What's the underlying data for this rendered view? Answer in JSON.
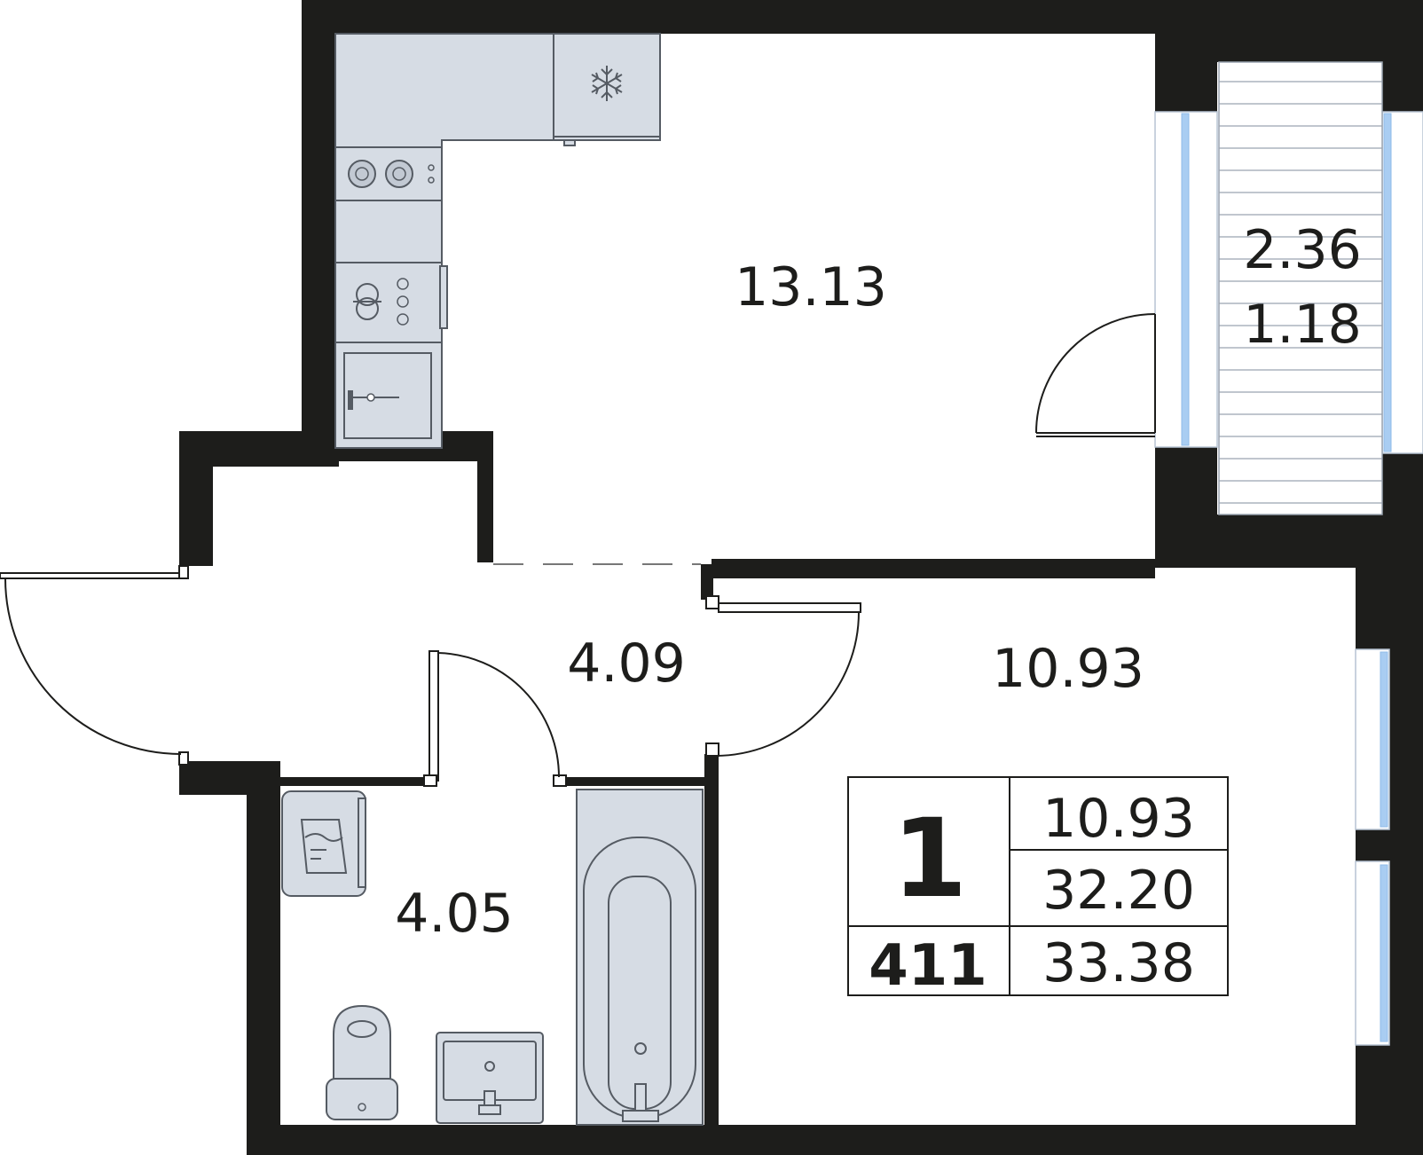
{
  "rooms": {
    "kitchen_living": {
      "area": "13.13"
    },
    "balcony": {
      "area_full": "2.36",
      "area_reduced": "1.18"
    },
    "hallway": {
      "area": "4.09"
    },
    "bedroom": {
      "area": "10.93"
    },
    "bathroom": {
      "area": "4.05"
    }
  },
  "summary_table": {
    "rooms_count": "1",
    "apartment_number": "411",
    "living_area": "10.93",
    "total_area": "32.20",
    "total_with_balcony": "33.38"
  },
  "colors": {
    "wall": "#1d1d1b",
    "fixture": "#d6dce4",
    "window_glass": "#a9cdf2"
  },
  "icons": [
    "snowflake-icon",
    "hob-icon",
    "washing-machine-icon",
    "sink-icon",
    "toilet-icon",
    "bathtub-icon",
    "washbasin-icon"
  ]
}
